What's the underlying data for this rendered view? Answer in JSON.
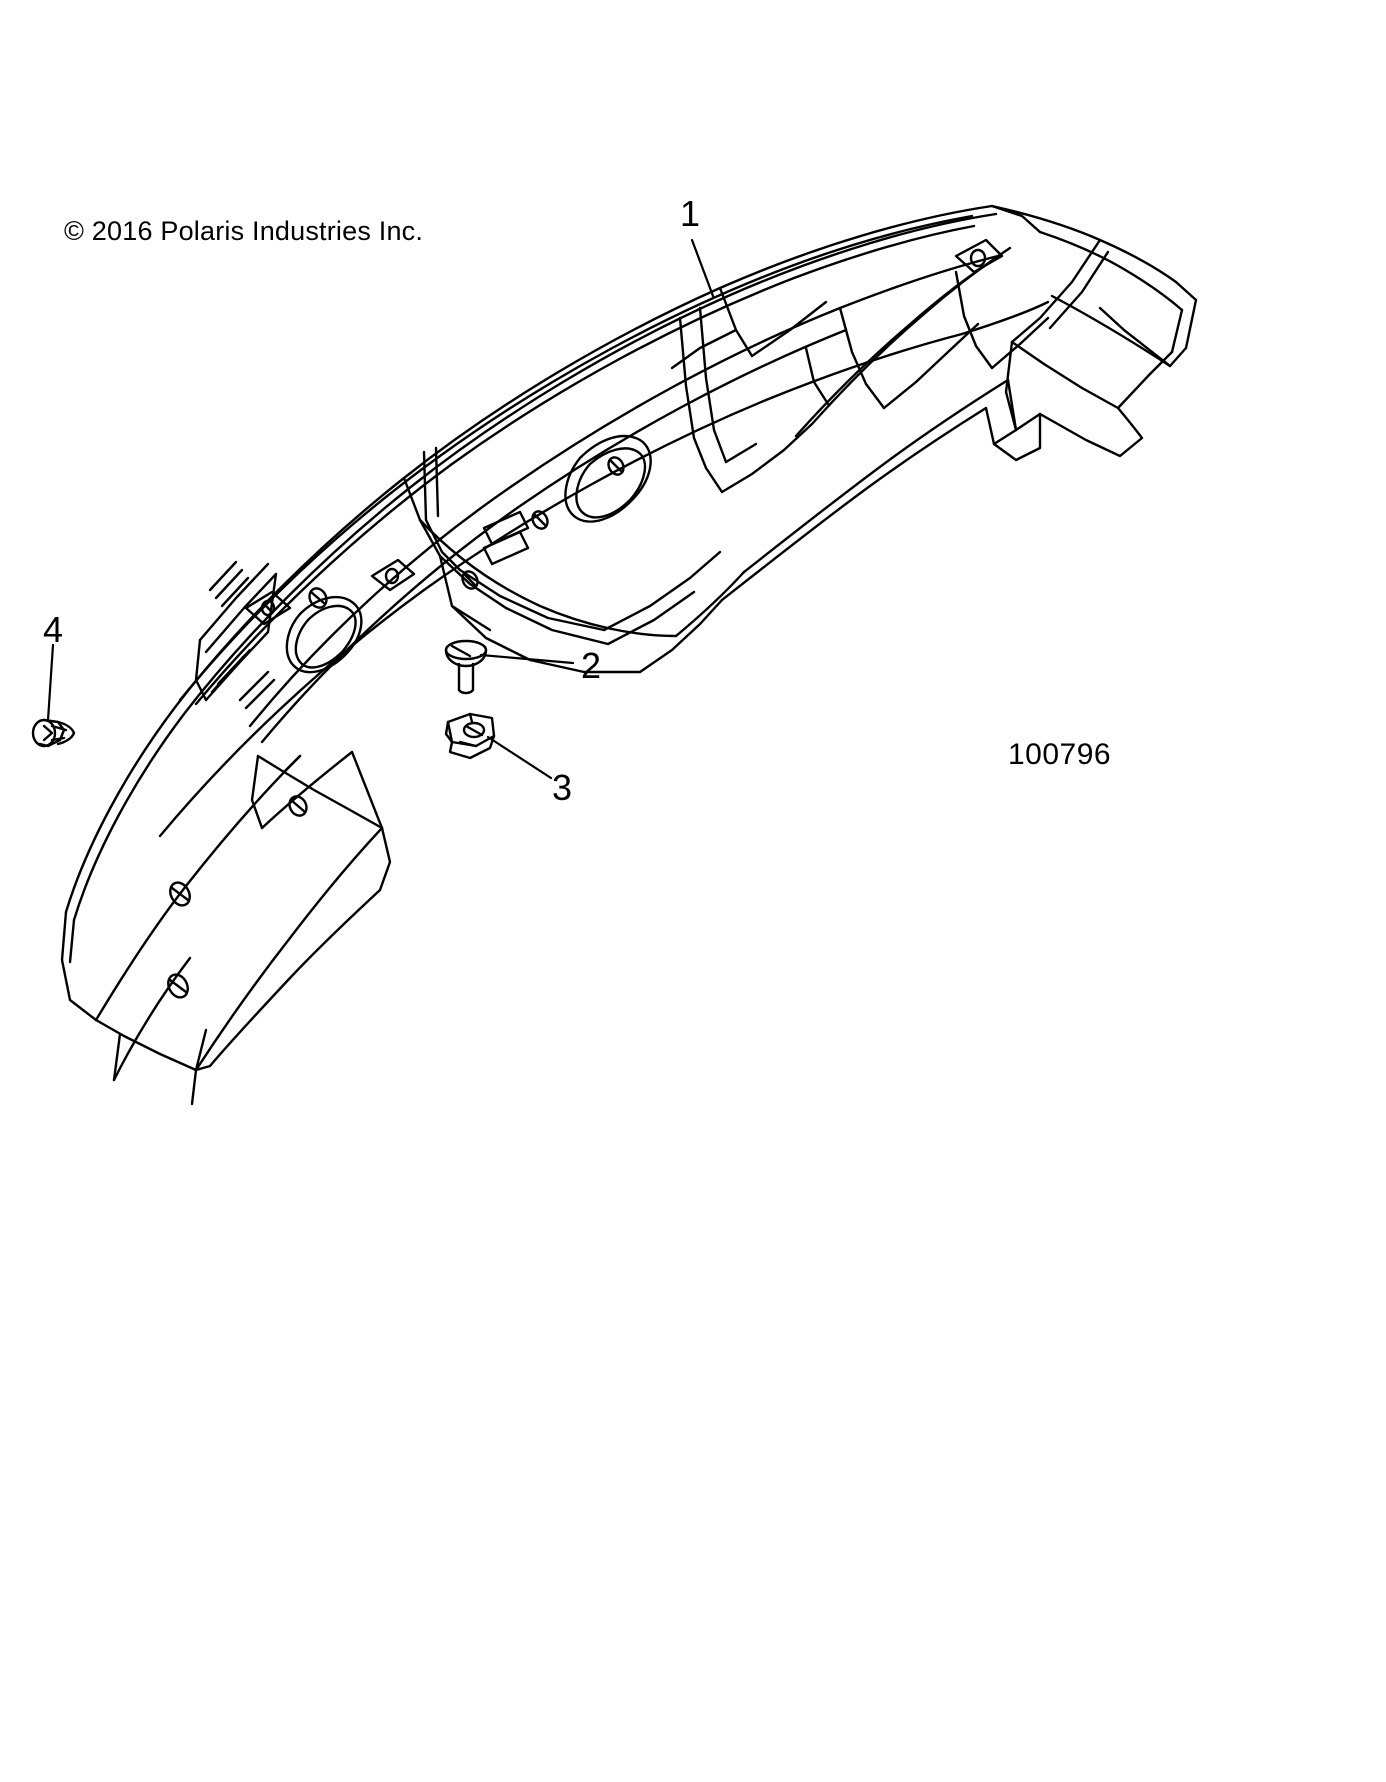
{
  "document": {
    "type": "parts-diagram",
    "copyright": "© 2016 Polaris Industries Inc.",
    "part_number": "100796",
    "background_color": "#ffffff",
    "line_color": "#000000"
  },
  "callouts": [
    {
      "id": "1",
      "label": "1",
      "target": "bumper-assembly"
    },
    {
      "id": "2",
      "label": "2",
      "target": "push-rivet"
    },
    {
      "id": "3",
      "label": "3",
      "target": "clip-nut"
    },
    {
      "id": "4",
      "label": "4",
      "target": "push-fastener"
    }
  ],
  "parts": [
    {
      "ref": "1",
      "name": "bumper-assembly"
    },
    {
      "ref": "2",
      "name": "push-rivet"
    },
    {
      "ref": "3",
      "name": "clip-nut"
    },
    {
      "ref": "4",
      "name": "push-fastener"
    }
  ]
}
